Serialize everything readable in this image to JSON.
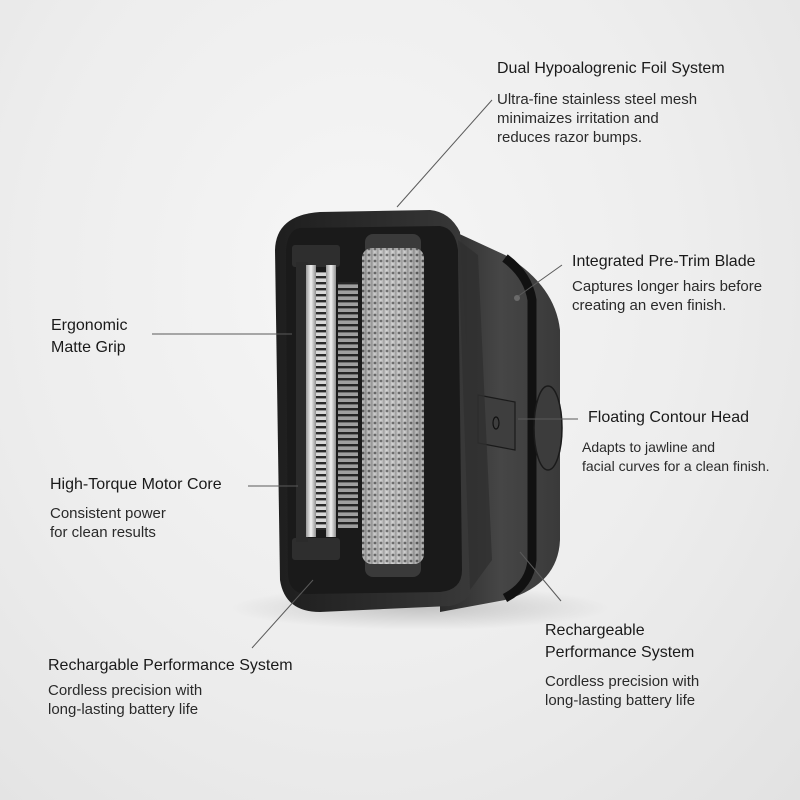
{
  "product": {
    "name": "Electric foil shaver head",
    "accent_colors": {
      "body": "#2b2b2b",
      "foil": "#b9b9b9",
      "background": "#eeeeee",
      "leader_line": "#555555"
    }
  },
  "callouts": [
    {
      "id": "dual-foil",
      "title": "Dual Hypoalogrenic Foil System",
      "desc": [
        "Ultra-fine stainless steel mesh",
        "minimaizes irritation and",
        "reduces razor bumps."
      ]
    },
    {
      "id": "pre-trim",
      "title": "Integrated Pre-Trim Blade",
      "desc": [
        "Captures longer hairs before",
        "creating an even finish."
      ]
    },
    {
      "id": "floating-head",
      "title": "Floating Contour Head",
      "desc": [
        "Adapts to jawline and",
        "facial curves for a clean finish."
      ]
    },
    {
      "id": "rechargeable-right",
      "title": [
        "Rechargeable",
        "Performance System"
      ],
      "desc": [
        "Cordless precision with",
        "long-lasting battery life"
      ]
    },
    {
      "id": "ergonomic-grip",
      "title": [
        "Ergonomic",
        "Matte Grip"
      ],
      "desc": []
    },
    {
      "id": "motor-core",
      "title": "High-Torque Motor Core",
      "desc": [
        "Consistent power",
        "for clean results"
      ]
    },
    {
      "id": "rechargeable-left",
      "title": "Rechargable Performance System",
      "desc": [
        "Cordless precision with",
        "long-lasting battery life"
      ]
    }
  ]
}
